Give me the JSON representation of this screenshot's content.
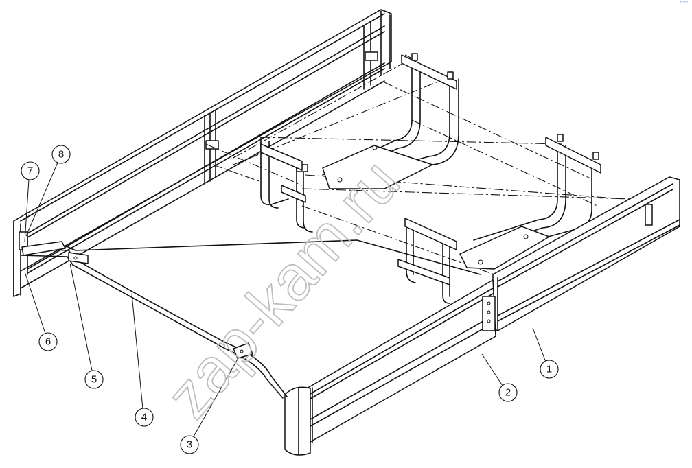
{
  "callouts": [
    {
      "id": "1",
      "label": "1"
    },
    {
      "id": "2",
      "label": "2"
    },
    {
      "id": "3",
      "label": "3"
    },
    {
      "id": "4",
      "label": "4"
    },
    {
      "id": "5",
      "label": "5"
    },
    {
      "id": "6",
      "label": "6"
    },
    {
      "id": "7",
      "label": "7"
    },
    {
      "id": "8",
      "label": "8"
    }
  ],
  "watermark": "zap-kam.ru",
  "corner_mark": "° °°°"
}
